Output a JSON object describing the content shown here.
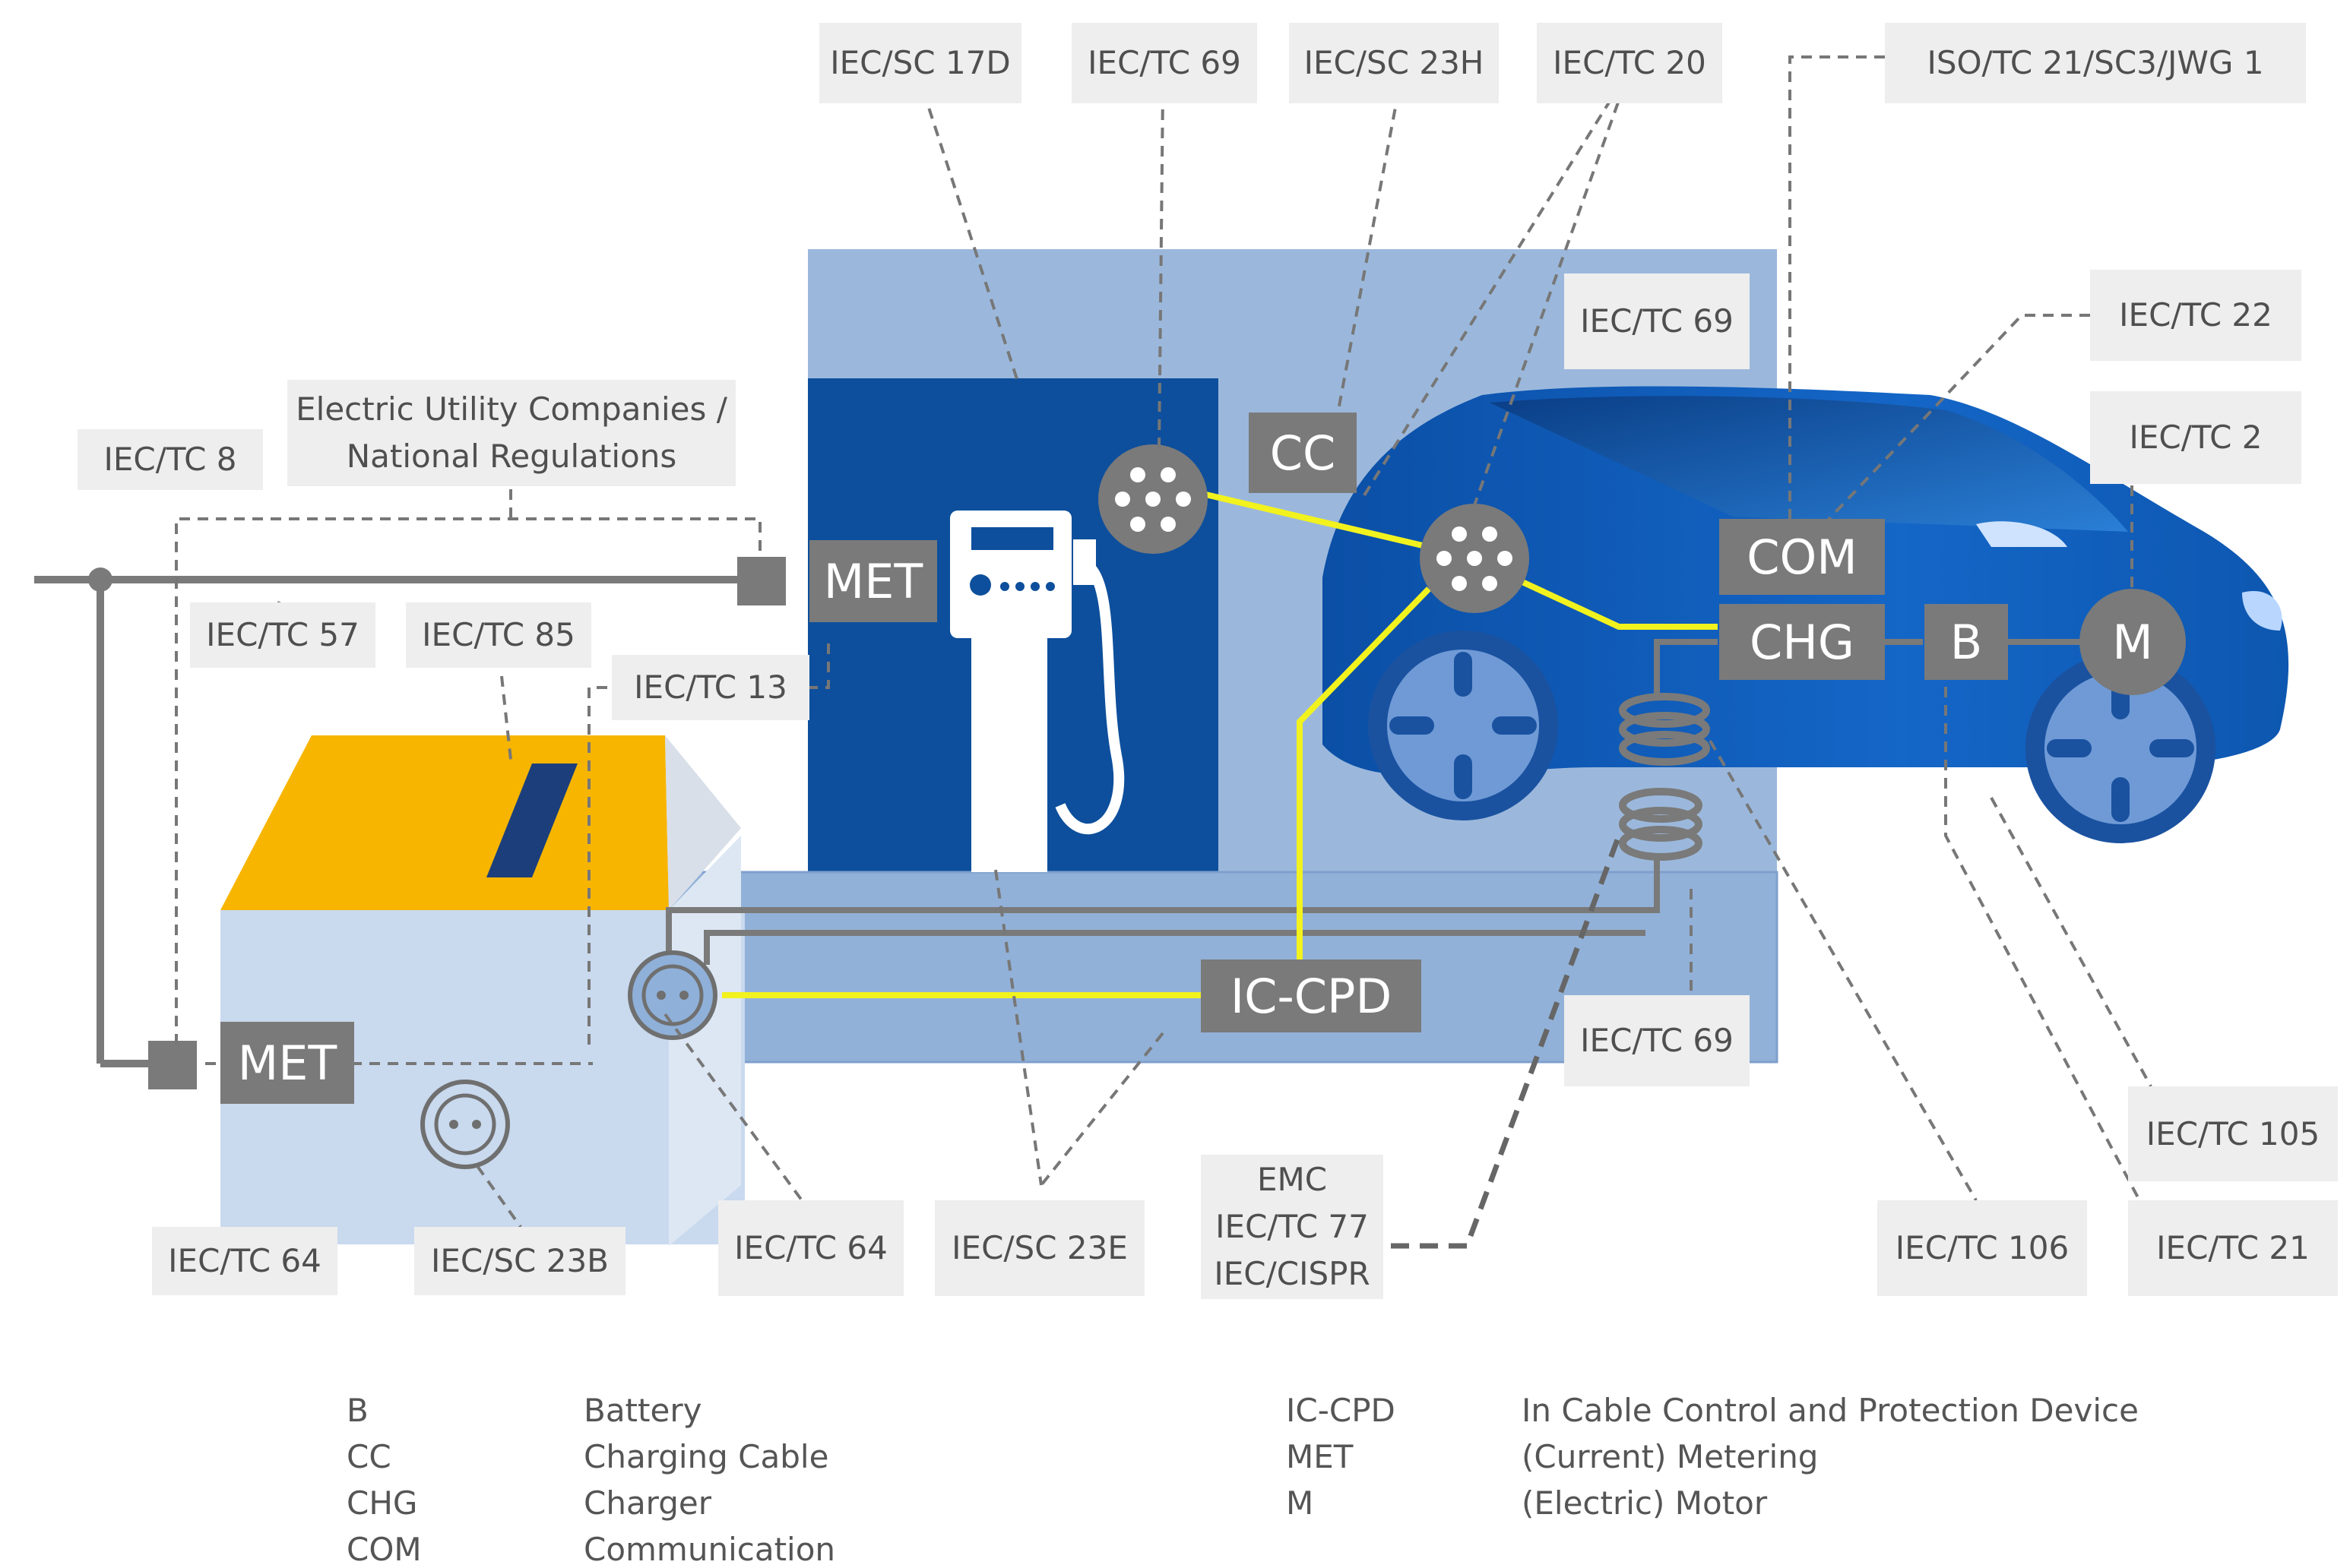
{
  "standards": {
    "sc17d": "IEC/SC 17D",
    "tc69_top": "IEC/TC 69",
    "sc23h": "IEC/SC 23H",
    "tc20": "IEC/TC 20",
    "iso": "ISO/TC 21/SC3/JWG 1",
    "tc69_station": "IEC/TC 69",
    "tc22": "IEC/TC 22",
    "tc2": "IEC/TC 2",
    "tc8": "IEC/TC 8",
    "utility_line1": "Electric Utility Companies /",
    "utility_line2": "National Regulations",
    "tc57": "IEC/TC 57",
    "tc85": "IEC/TC 85",
    "tc13": "IEC/TC 13",
    "tc69_lower": "IEC/TC 69",
    "tc105": "IEC/TC 105",
    "emc_line1": "EMC",
    "emc_line2": "IEC/TC 77",
    "emc_line3": "IEC/CISPR",
    "tc64_house": "IEC/TC 64",
    "sc23b": "IEC/SC 23B",
    "tc64_socket": "IEC/TC 64",
    "sc23e": "IEC/SC 23E",
    "tc106": "IEC/TC 106",
    "tc21": "IEC/TC 21"
  },
  "components": {
    "cc": "CC",
    "met_grid": "MET",
    "met_house": "MET",
    "com": "COM",
    "chg": "CHG",
    "b": "B",
    "m": "M",
    "iccpd": "IC-CPD"
  },
  "legend": [
    {
      "abbr": "B",
      "desc": "Battery"
    },
    {
      "abbr": "CC",
      "desc": "Charging Cable"
    },
    {
      "abbr": "CHG",
      "desc": "Charger"
    },
    {
      "abbr": "COM",
      "desc": "Communication"
    },
    {
      "abbr": "IC-CPD",
      "desc": "In Cable Control and Protection Device"
    },
    {
      "abbr": "MET",
      "desc": "(Current) Metering"
    },
    {
      "abbr": "M",
      "desc": "(Electric) Motor"
    }
  ],
  "colors": {
    "station_bg": "#9bb8dc",
    "station_panel": "#0d4f9c",
    "car": "#1565c0",
    "roof": "#f7b500",
    "house": "#c9d9ee",
    "cable": "#f2f21e",
    "label_bg": "#eeeeee",
    "component_box": "#7a7a7a"
  }
}
